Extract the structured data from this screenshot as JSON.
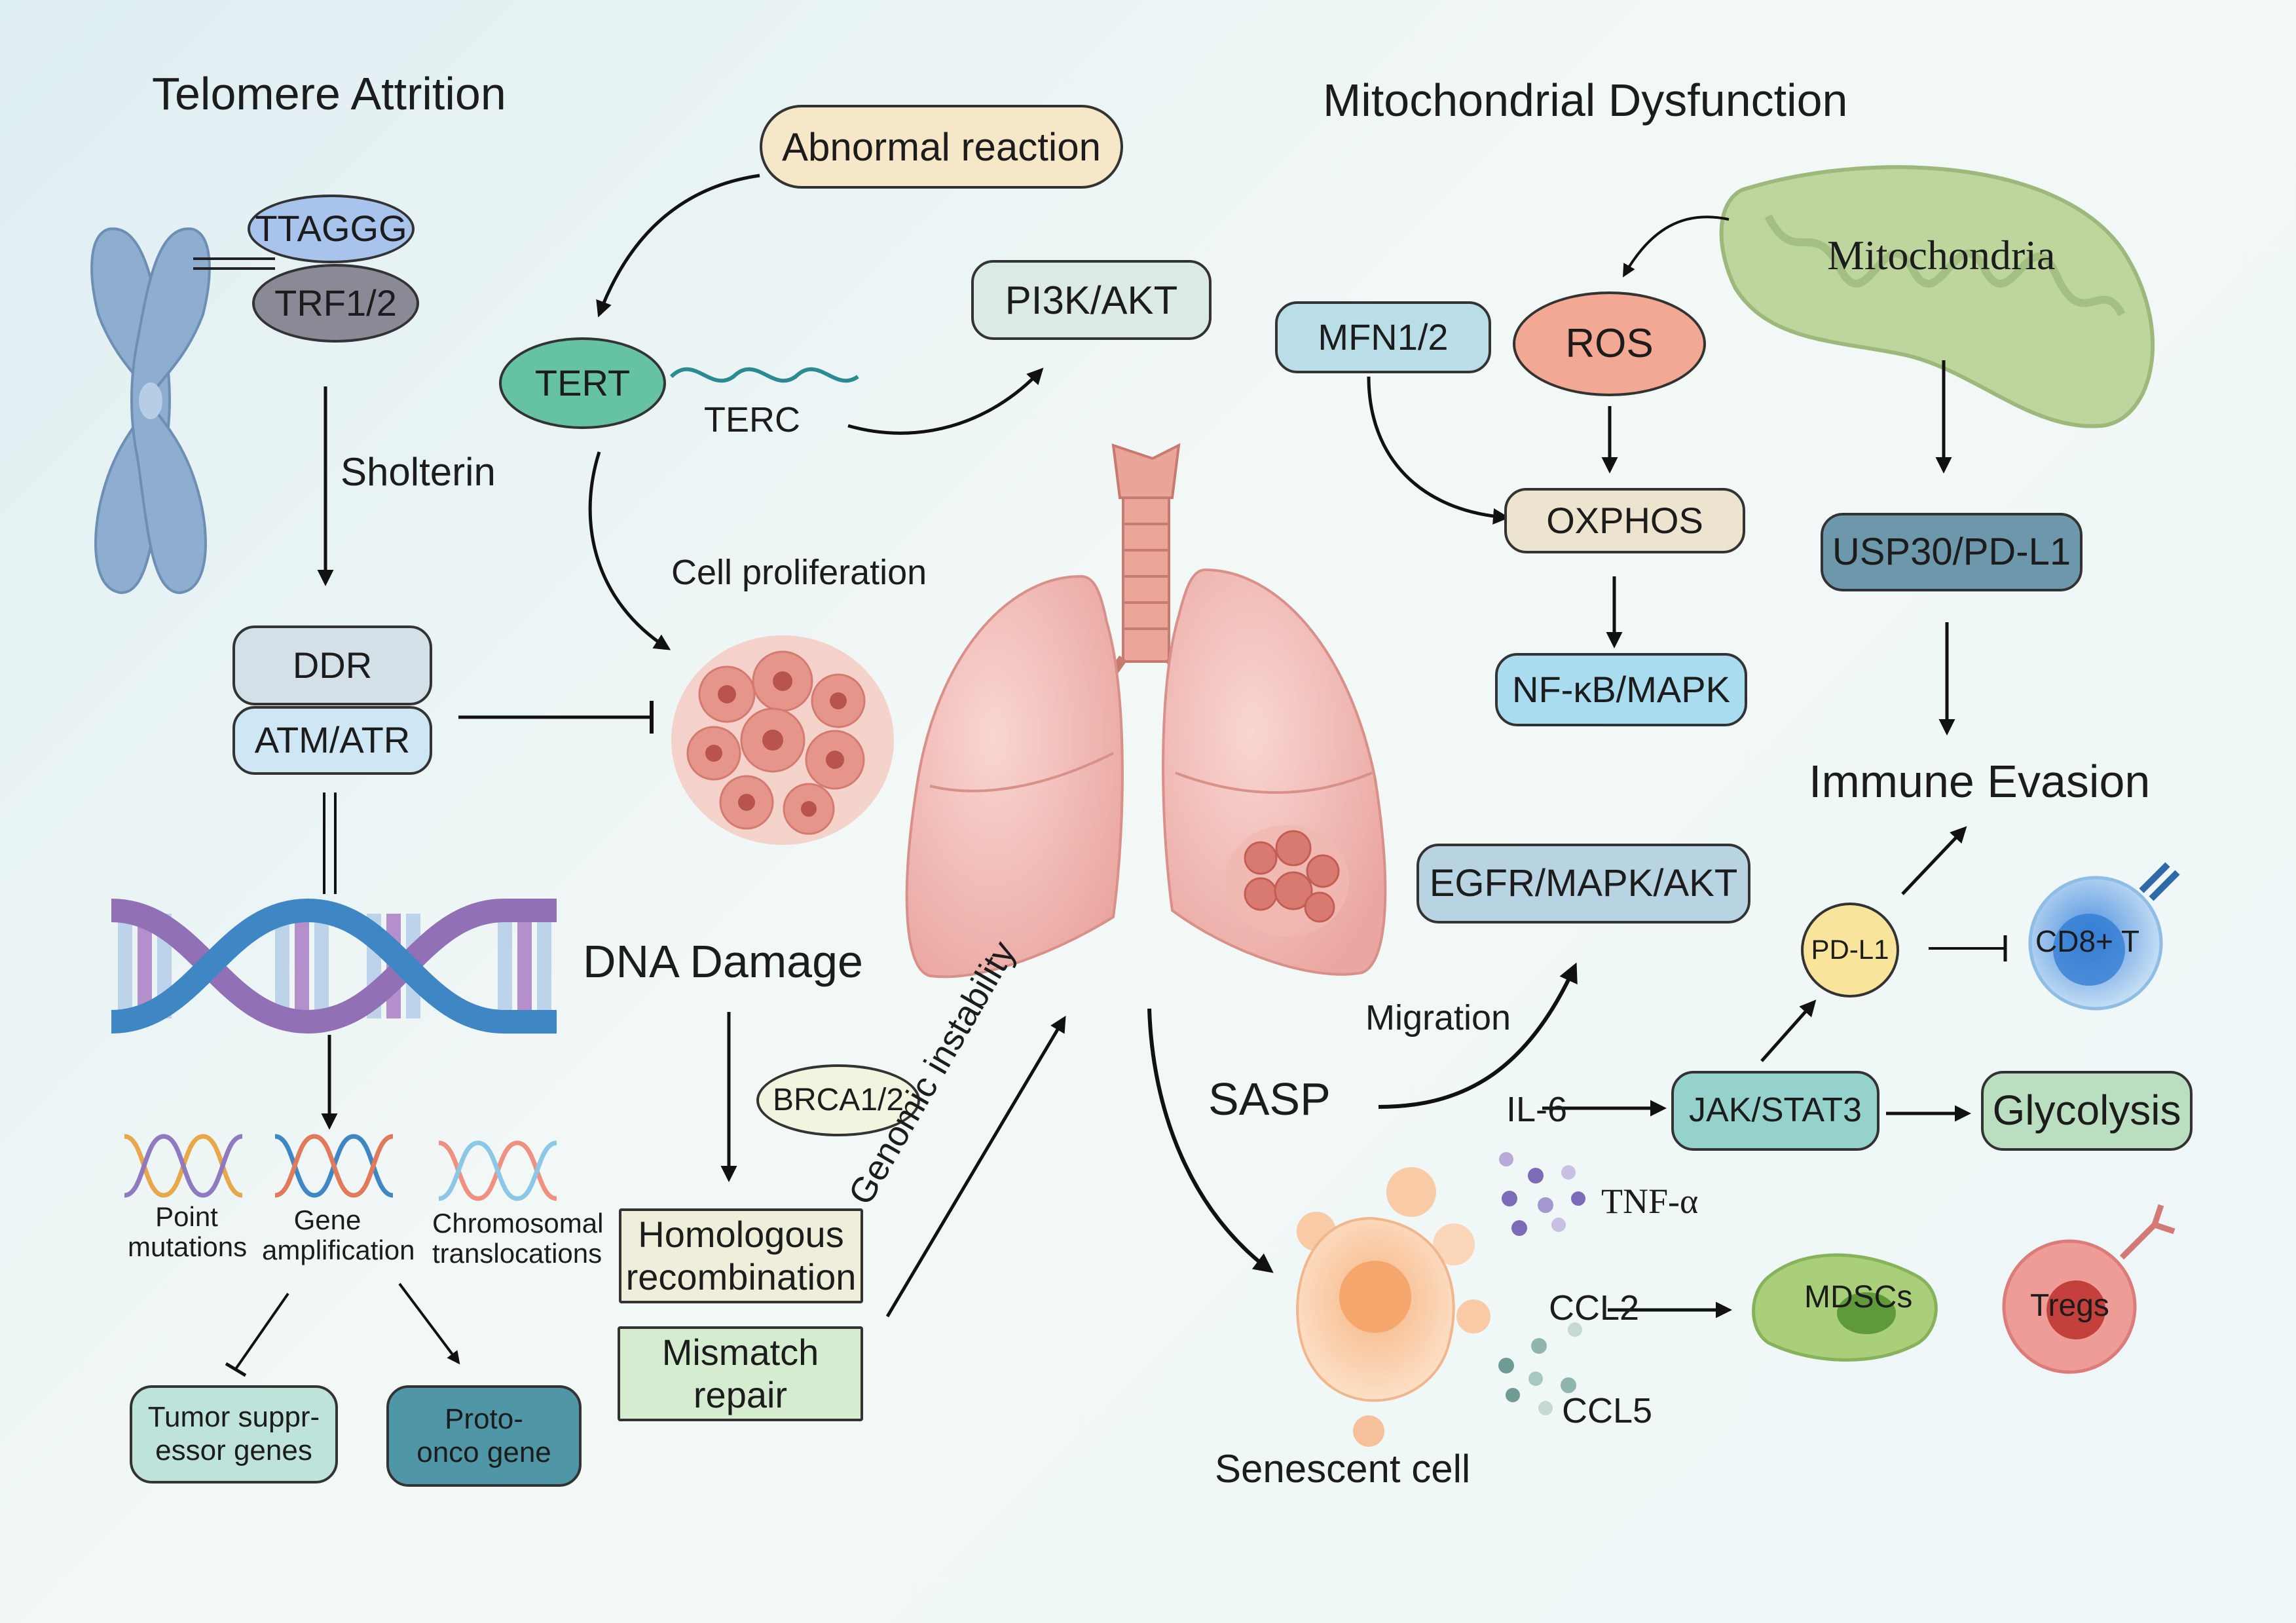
{
  "titles": {
    "telomere": "Telomere Attrition",
    "mito": "Mitochondrial Dysfunction",
    "dna": "DNA Damage",
    "immune": "Immune Evasion"
  },
  "nodes": {
    "ttaggg": "TTAGGG",
    "trf": "TRF1/2",
    "shelterin": "Sholterin",
    "ddr": "DDR",
    "atm": "ATM/ATR",
    "abnormal": "Abnormal reaction",
    "tert": "TERT",
    "terc": "TERC",
    "pi3k": "PI3K/AKT",
    "cell_prolif": "Cell proliferation",
    "brca": "BRCA1/2",
    "hr": "Homologous recombination",
    "mmr": "Mismatch repair",
    "genomic": "Genomic instability",
    "mfn": "MFN1/2",
    "ros": "ROS",
    "mitochondria": "Mitochondria",
    "oxphos": "OXPHOS",
    "nfkb": "NF-κB/MAPK",
    "usp30": "USP30/PD-L1",
    "egfr": "EGFR/MAPK/AKT",
    "migration": "Migration",
    "sasp": "SASP",
    "il6": "IL-6",
    "jak": "JAK/STAT3",
    "glycolysis": "Glycolysis",
    "pdl1": "PD-L1",
    "cd8": "CD8+ T",
    "tnf": "TNF-α",
    "ccl2": "CCL2",
    "ccl5": "CCL5",
    "mdsc": "MDSCs",
    "tregs": "Tregs",
    "senescent": "Senescent cell"
  },
  "mutations": {
    "point": "Point mutations",
    "amplification": "Gene amplification",
    "translocation": "Chromosomal translocations",
    "tumor_suppressor": "Tumor suppr- essor genes",
    "proto_onco": "Proto-onco gene"
  },
  "colors": {
    "ttaggg": "#a8c4ec",
    "trf": "#8a8a96",
    "ddr": "#d4e0e8",
    "atm": "#cfe6f4",
    "abnormal": "#f6e7c8",
    "tert": "#66c2a5",
    "pi3k": "#dceae4",
    "brca": "#f1f5df",
    "hr": "#eeeedb",
    "mmr": "#d6ecd0",
    "mfn": "#b9dee8",
    "ros": "#f2a892",
    "oxphos": "#ede4cf",
    "nfkb": "#a8dcee",
    "usp30": "#6d97ab",
    "egfr": "#b8d3e2",
    "jak": "#96d2cc",
    "glycolysis": "#b9dfc0",
    "pdl1": "#f8e49a",
    "tumor_suppressor": "#bde3da",
    "proto_onco": "#4f96a6"
  }
}
